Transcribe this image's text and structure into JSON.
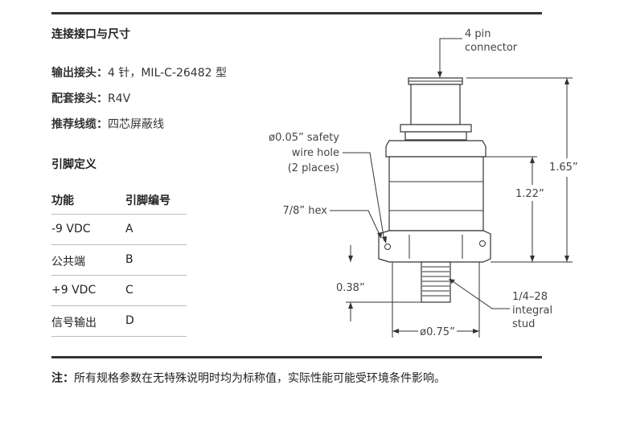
{
  "section_title": "连接接口与尺寸",
  "specs": [
    {
      "label": "输出接头：",
      "value": "4 针，MIL-C-26482 型"
    },
    {
      "label": "配套接头：",
      "value": "R4V"
    },
    {
      "label": "推荐线缆：",
      "value": "四芯屏蔽线"
    }
  ],
  "pin_title": "引脚定义",
  "pin_table": {
    "headers": [
      "功能",
      "引脚编号"
    ],
    "rows": [
      [
        "-9 VDC",
        "A"
      ],
      [
        "公共端",
        "B"
      ],
      [
        "+9 VDC",
        "C"
      ],
      [
        "信号输出",
        "D"
      ]
    ]
  },
  "drawing": {
    "connector_label_1": "4 pin",
    "connector_label_2": "connector",
    "safety_1": "ø0.05” safety",
    "safety_2": "wire hole",
    "safety_3": "(2 places)",
    "hex": "7/8” hex",
    "dim_165": "1.65”",
    "dim_122": "1.22”",
    "dim_038": "0.38”",
    "dim_075": "ø0.75”",
    "stud_1": "1/4–28",
    "stud_2": "integral",
    "stud_3": "stud"
  },
  "note": {
    "label": "注：",
    "text": "所有规格参数在无特殊说明时均为标称值，实际性能可能受环境条件影响。"
  }
}
